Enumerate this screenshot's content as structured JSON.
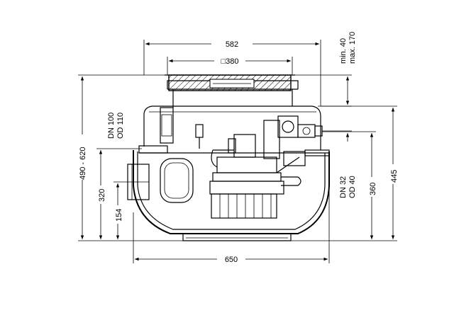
{
  "drawing": {
    "dimensions": {
      "top_width": "582",
      "cover_width": "□380",
      "cover_offset_line1": "min. 40",
      "cover_offset_line2": "max. 170",
      "inlet_label_line1": "DN 100",
      "inlet_label_line2": "OD 110",
      "outlet_label_line1": "DN 32",
      "outlet_label_line2": "OD 40",
      "total_height": "490 - 620",
      "inlet_height": "320",
      "lower_height": "154",
      "outlet_height": "360",
      "right_height": "445",
      "bottom_width": "650"
    }
  }
}
